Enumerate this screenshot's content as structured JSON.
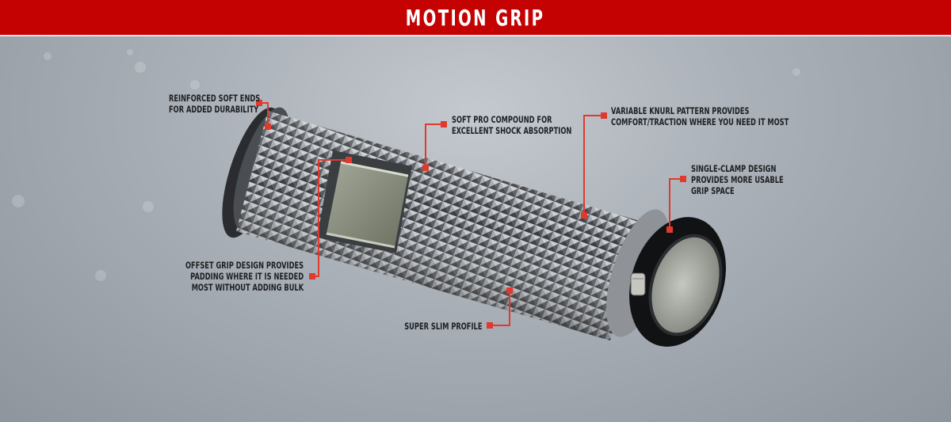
{
  "header": {
    "title": "MOTION GRIP",
    "background": "#c40202"
  },
  "accent_color": "#e03a2e",
  "callouts": [
    {
      "id": "soft-ends",
      "lines": [
        "REINFORCED SOFT ENDS",
        "FOR ADDED DURABILITY"
      ]
    },
    {
      "id": "pro-compound",
      "lines": [
        "SOFT PRO COMPOUND FOR",
        "EXCELLENT SHOCK ABSORPTION"
      ]
    },
    {
      "id": "knurl-pattern",
      "lines": [
        "VARIABLE KNURL PATTERN PROVIDES",
        "COMFORT/TRACTION WHERE YOU NEED IT MOST"
      ]
    },
    {
      "id": "single-clamp",
      "lines": [
        "SINGLE-CLAMP DESIGN",
        "PROVIDES MORE USABLE",
        "GRIP SPACE"
      ]
    },
    {
      "id": "offset-grip",
      "lines": [
        "OFFSET GRIP DESIGN PROVIDES",
        "PADDING WHERE IT IS NEEDED",
        "MOST WITHOUT ADDING BULK"
      ]
    },
    {
      "id": "slim-profile",
      "lines": [
        "SUPER SLIM PROFILE"
      ]
    }
  ],
  "product_image": {
    "subject": "knurled bicycle handlebar grip with cutaway section and single lock-on clamp",
    "icon": "grip-product-illustration"
  }
}
